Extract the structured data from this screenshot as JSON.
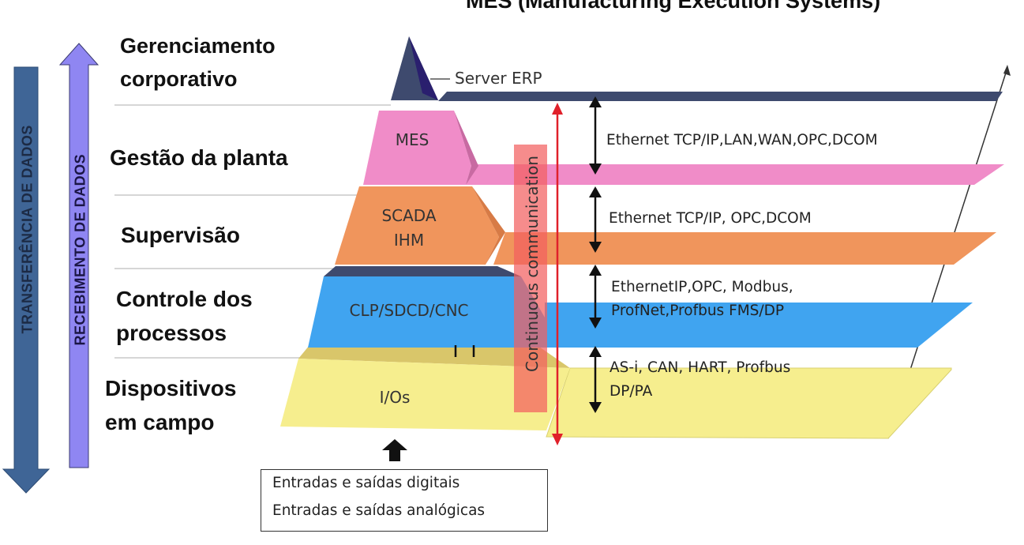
{
  "title": "MES (Manufacturing Execution Systems)",
  "left_arrows": {
    "transfer": "TRANSFERÊNCIA DE DADOS",
    "receive": "RECEBIMENTO DE DADOS"
  },
  "levels": [
    {
      "name_line1": "Gerenciamento",
      "name_line2": "corporativo"
    },
    {
      "name_line1": "Gestão da planta"
    },
    {
      "name_line1": "Supervisão"
    },
    {
      "name_line1": "Controle dos",
      "name_line2": "processos"
    },
    {
      "name_line1": "Dispositivos",
      "name_line2": "em campo"
    }
  ],
  "systems": {
    "erp": "Server ERP",
    "mes": "MES",
    "scada": "SCADA",
    "ihm": "IHM",
    "clp": "CLP/SDCD/CNC",
    "ios": "I/Os"
  },
  "continuous": "Continuous communication",
  "protocols": [
    {
      "line1": "Ethernet TCP/IP,LAN,WAN,OPC,DCOM"
    },
    {
      "line1": "Ethernet TCP/IP, OPC,DCOM"
    },
    {
      "line1": "EthernetIP,OPC, Modbus,",
      "line2": "ProfNet,Profbus FMS/DP"
    },
    {
      "line1": "AS-i, CAN, HART, Profbus",
      "line2": "DP/PA"
    }
  ],
  "io_box": {
    "line1": "Entradas e saídas digitais",
    "line2": "Entradas e saídas analógicas"
  },
  "colors": {
    "navy": "#3e4a6e",
    "pink": "#f08cc8",
    "orange": "#f0955c",
    "blue": "#40a4f0",
    "yellow": "#f6ee8e",
    "red": "#e0202a",
    "lavender": "#8f86f2",
    "steel_blue": "#3f6596"
  }
}
